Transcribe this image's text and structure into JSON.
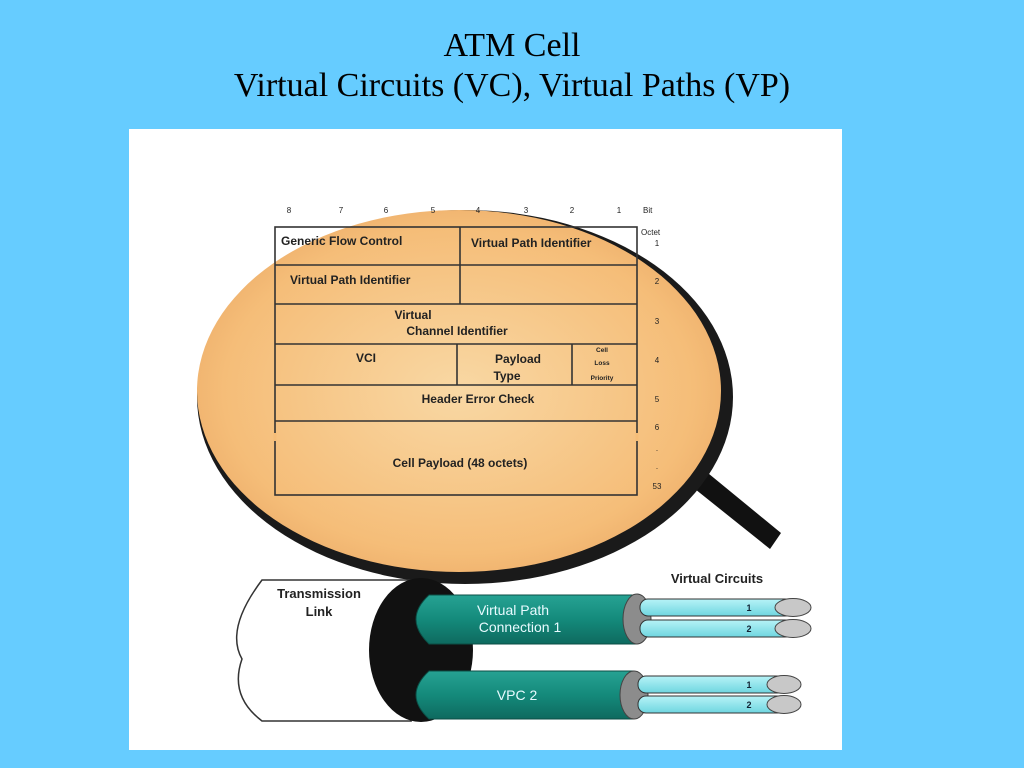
{
  "slide": {
    "title": "ATM Cell",
    "subtitle": "Virtual Circuits (VC), Virtual Paths (VP)"
  },
  "header_diagram": {
    "bit_numbers": [
      "8",
      "7",
      "6",
      "5",
      "4",
      "3",
      "2",
      "1"
    ],
    "bit_label": "Bit",
    "octet_label": "Octet",
    "octet_numbers": [
      "1",
      "2",
      "3",
      "4",
      "5",
      "6",
      ".",
      ".",
      "53"
    ],
    "fields": {
      "generic_flow_control": "Generic Flow Control",
      "vpi_octet1": "Virtual Path Identifier",
      "vpi_octet2": "Virtual Path Identifier",
      "vci_line1": "Virtual",
      "vci_line2": "Channel Identifier",
      "vci_short": "VCI",
      "payload_type_line1": "Payload",
      "payload_type_line2": "Type",
      "clp_line1": "Cell",
      "clp_line2": "Loss",
      "clp_line3": "Priority",
      "header_error_check": "Header Error Check",
      "cell_payload": "Cell Payload (48 octets)"
    }
  },
  "cable_diagram": {
    "transmission_link_line1": "Transmission",
    "transmission_link_line2": "Link",
    "virtual_circuits_label": "Virtual Circuits",
    "vpc1_line1": "Virtual Path",
    "vpc1_line2": "Connection 1",
    "vpc2_label": "VPC 2",
    "vc_numbers": [
      "1",
      "2",
      "1",
      "2"
    ]
  },
  "colors": {
    "background": "#66ccff",
    "lens_fill": "#f7c27e",
    "vpc_fill": "#168c7d",
    "vc_fill": "#8ee6ee"
  }
}
